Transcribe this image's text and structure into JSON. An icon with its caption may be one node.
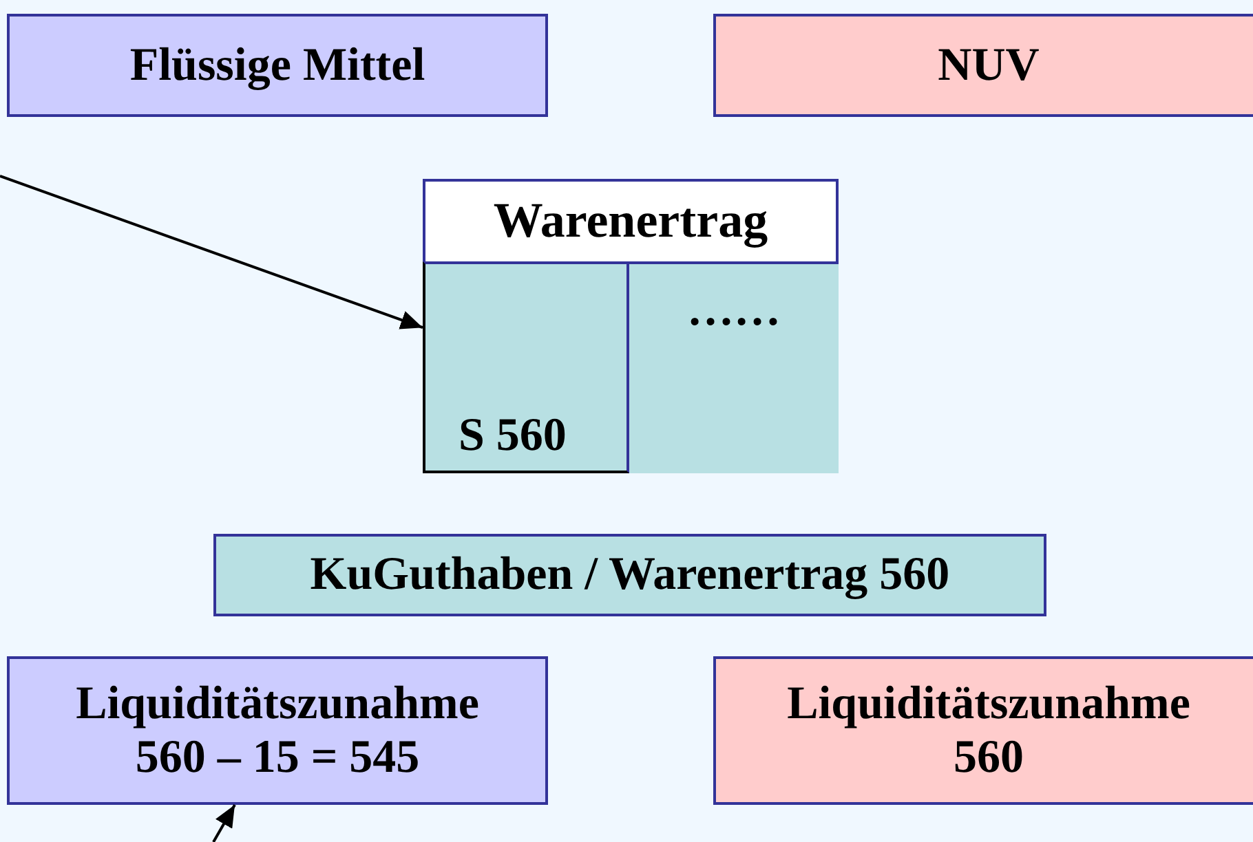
{
  "diagram": {
    "nodes": [
      {
        "text": [
          "Flüssige Mittel"
        ]
      },
      {
        "text": [
          "NUV"
        ]
      },
      {
        "text": [
          "Warenertrag"
        ]
      },
      {
        "text": [
          "S 560"
        ],
        "in": 2
      },
      {
        "text": [
          "……"
        ],
        "in": 2
      },
      {
        "text": [
          "KuGuthaben / Warenertrag 560"
        ]
      },
      {
        "text": [
          "Liquiditätszunahme",
          "560 – 15 = 545"
        ]
      },
      {
        "text": [
          "Liquiditätszunahme",
          "560"
        ]
      }
    ],
    "edges": [
      {
        "from": null,
        "to": 3,
        "arrow": "to"
      },
      {
        "from": null,
        "to": 6,
        "arrow": "to"
      }
    ]
  }
}
